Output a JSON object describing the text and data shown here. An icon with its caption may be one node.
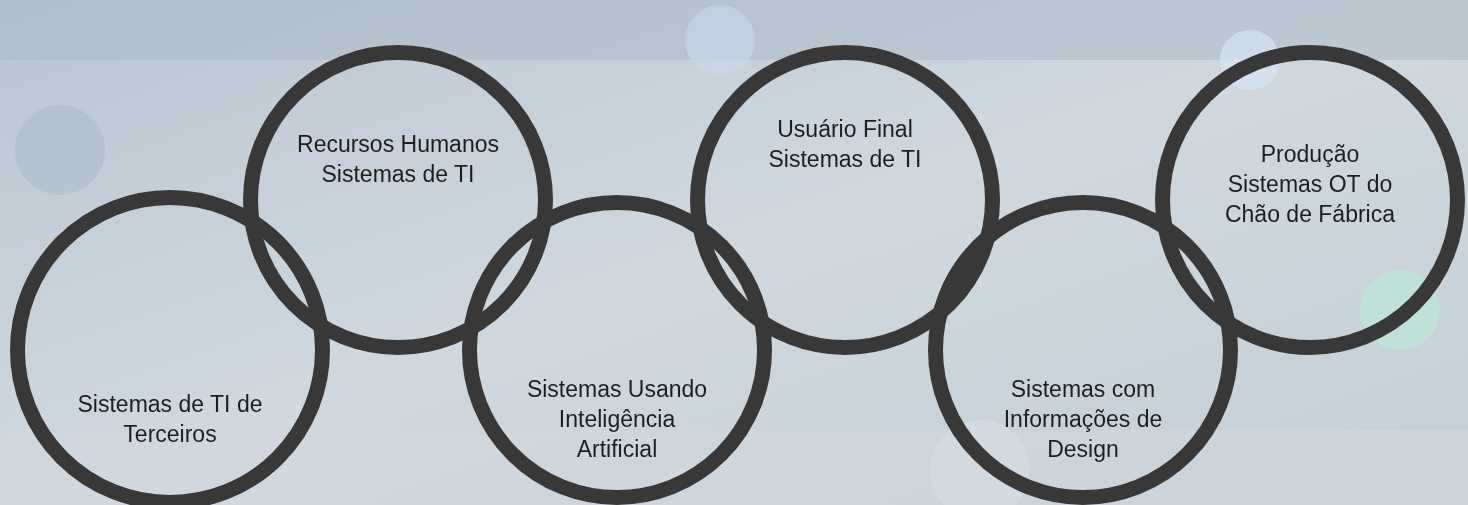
{
  "diagram": {
    "nodes": [
      {
        "text": [
          "Sistemas de TI de Terceiros"
        ]
      },
      {
        "text": [
          "Recursos Humanos Sistemas de TI"
        ]
      },
      {
        "text": [
          "Sistemas Usando Inteligência Artificial"
        ]
      },
      {
        "text": [
          "Usuário Final Sistemas de TI"
        ]
      },
      {
        "text": [
          "Sistemas com Informações de Design"
        ]
      },
      {
        "text": [
          "Produção Sistemas OT do Chão de Fábrica"
        ]
      }
    ]
  }
}
